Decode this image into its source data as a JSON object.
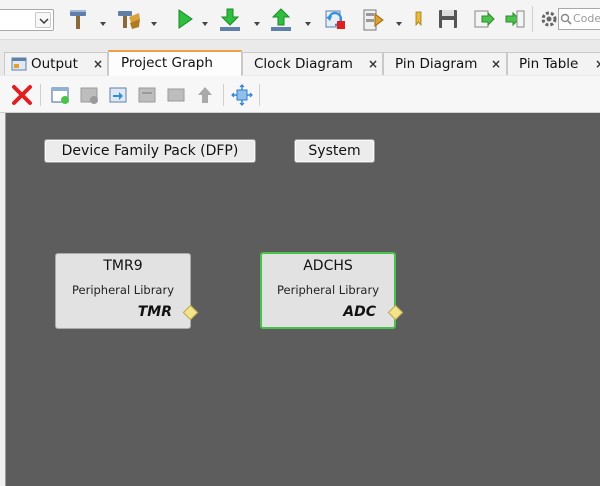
{
  "toolbar": {
    "items": [
      {
        "name": "hammer-icon"
      },
      {
        "name": "clean-build-icon"
      },
      {
        "name": "run-icon"
      },
      {
        "name": "debug-download-icon"
      },
      {
        "name": "upload-icon"
      },
      {
        "name": "reset-icon"
      },
      {
        "name": "program-device-icon"
      },
      {
        "name": "bookmark-icon"
      },
      {
        "name": "save-icon"
      },
      {
        "name": "step-over-icon"
      },
      {
        "name": "step-into-icon"
      },
      {
        "name": "settings-icon"
      }
    ],
    "search_placeholder": "Code"
  },
  "tabs": [
    {
      "label": "Output",
      "close": "×",
      "icon": "output-icon"
    },
    {
      "label": "Project Graph",
      "active": true
    },
    {
      "label": "Clock Diagram",
      "close": "×"
    },
    {
      "label": "Pin Diagram",
      "close": "×"
    },
    {
      "label": "Pin Table",
      "close": "×"
    }
  ],
  "graph_toolbar": {
    "items": [
      {
        "name": "delete-icon",
        "color": "#e02020"
      },
      {
        "name": "new-node-icon"
      },
      {
        "name": "remove-node-icon"
      },
      {
        "name": "import-icon"
      },
      {
        "name": "export-icon"
      },
      {
        "name": "group-icon"
      },
      {
        "name": "move-up-icon"
      },
      {
        "name": "fit-view-icon"
      }
    ]
  },
  "graph": {
    "root_nodes": [
      {
        "label": "Device Family Pack (DFP)"
      },
      {
        "label": "System"
      }
    ],
    "components": [
      {
        "title": "TMR9",
        "subtitle": "Peripheral Library",
        "port_label": "TMR",
        "selected": false
      },
      {
        "title": "ADCHS",
        "subtitle": "Peripheral Library",
        "port_label": "ADC",
        "selected": true
      }
    ],
    "colors": {
      "canvas": "#5d5d5d",
      "selection": "#49c24c",
      "port": "#f3e38a"
    }
  }
}
